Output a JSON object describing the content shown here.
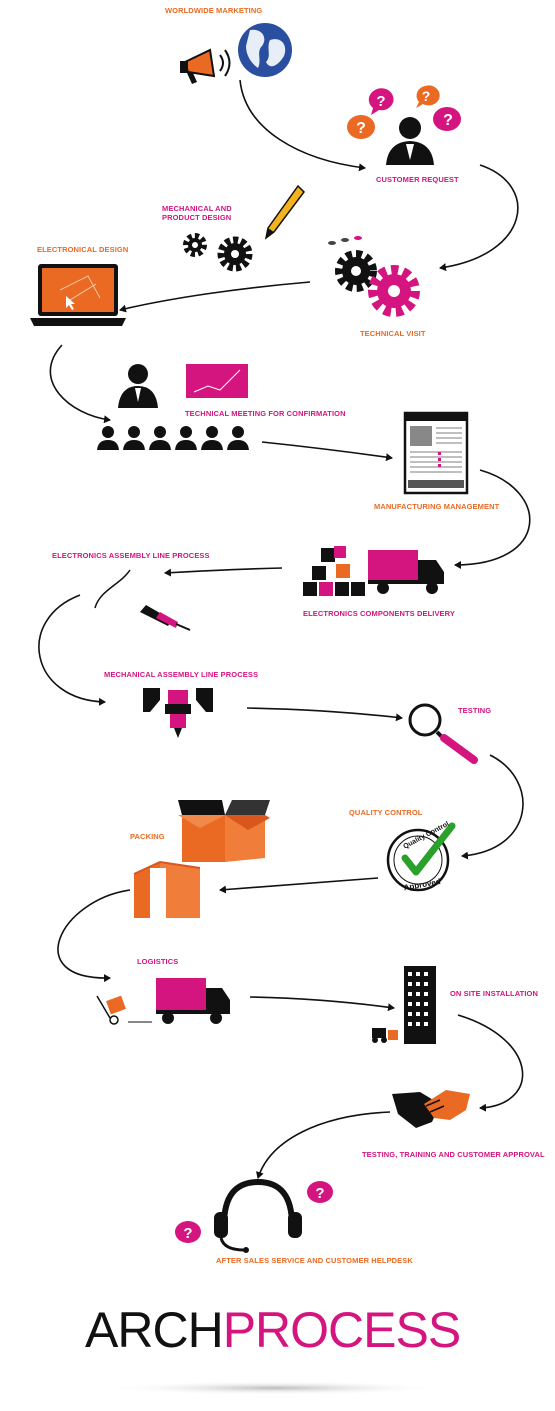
{
  "steps": {
    "worldwide_marketing": "WORLDWIDE MARKETING",
    "customer_request": "CUSTOMER REQUEST",
    "mechanical_design_line1": "MECHANICAL AND",
    "mechanical_design_line2": "PRODUCT DESIGN",
    "electronical_design": "ELECTRONICAL DESIGN",
    "technical_visit": "TECHNICAL VISIT",
    "technical_meeting": "TECHNICAL MEETING FOR CONFIRMATION",
    "manufacturing_management": "MANUFACTURING MANAGEMENT",
    "electronics_assembly": "ELECTRONICS ASSEMBLY LINE PROCESS",
    "components_delivery": "ELECTRONICS COMPONENTS DELIVERY",
    "mechanical_assembly": "MECHANICAL ASSEMBLY LINE PROCESS",
    "testing": "TESTING",
    "quality_control": "QUALITY CONTROL",
    "packing": "PACKING",
    "logistics": "LOGISTICS",
    "on_site_installation": "ON SITE INSTALLATION",
    "testing_training": "TESTING, TRAINING AND CUSTOMER APPROVAL",
    "after_sales": "AFTER SALES SERVICE AND CUSTOMER HELPDESK"
  },
  "stamp": {
    "top": "Quality Control",
    "bottom": "Approved"
  },
  "brand": {
    "part1": "ARCH",
    "part2": "PROCESS"
  },
  "colors": {
    "orange": "#ea6a23",
    "magenta": "#d4147f",
    "black": "#111111",
    "blue": "#2a4fa0"
  }
}
